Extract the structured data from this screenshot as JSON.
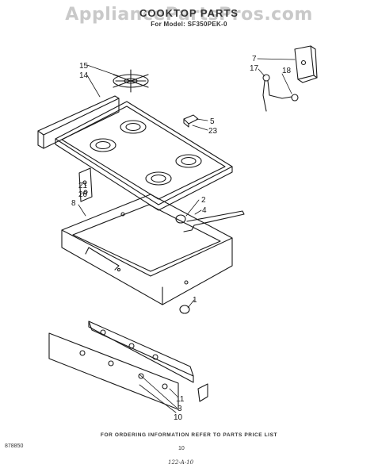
{
  "watermark": "AppliancePartsPros.com",
  "title": "COOKTOP PARTS",
  "subtitle": "For Model: SF350PEK-0",
  "footer_note": "FOR ORDERING INFORMATION REFER TO PARTS PRICE LIST",
  "doc_number": "878850",
  "page_number": "10",
  "handwritten_code": "122-A-10",
  "callouts": {
    "c15": "15",
    "c14": "14",
    "c5": "5",
    "c23": "23",
    "c7": "7",
    "c17": "17",
    "c18": "18",
    "c21": "21",
    "c20": "20",
    "c8": "8",
    "c2": "2",
    "c4": "4",
    "c1": "1",
    "c11": "11",
    "c3": "3",
    "c10": "10"
  },
  "colors": {
    "ink": "#1a1a1a",
    "watermark": "#c9c9c9",
    "paper": "#ffffff"
  }
}
